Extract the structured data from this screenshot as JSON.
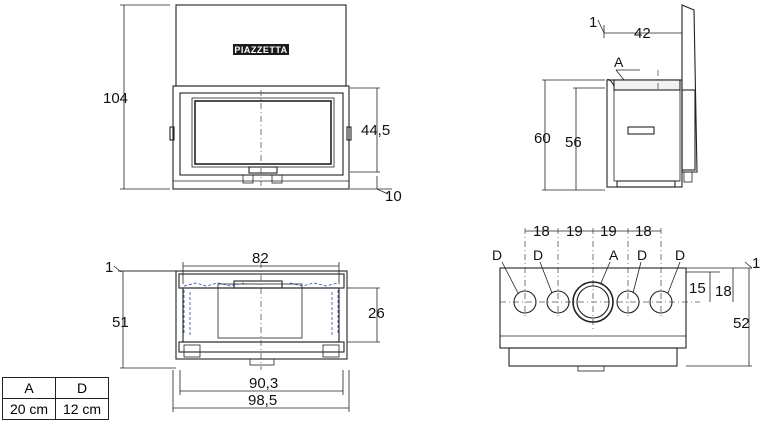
{
  "front_view": {
    "brand": "PIAZZETTA",
    "dim_height_total": "104",
    "dim_door_height": "44,5",
    "dim_bottom": "10"
  },
  "side_view": {
    "dim_top_small": "1",
    "dim_depth_top": "42",
    "dim_height_outer": "60",
    "dim_height_inner": "56",
    "label_a": "A"
  },
  "plan_view": {
    "dim_small": "1",
    "dim_opening": "82",
    "dim_depth": "51",
    "dim_inner_depth": "26",
    "dim_width_inner": "90,3",
    "dim_width_outer": "98,5"
  },
  "top_view": {
    "spacings": [
      "18",
      "19",
      "19",
      "18"
    ],
    "outlet_labels": [
      "D",
      "D",
      "A",
      "D",
      "D"
    ],
    "dim_small": "1",
    "dim_15": "15",
    "dim_18": "18",
    "dim_52": "52"
  },
  "legend": {
    "headers": [
      "A",
      "D"
    ],
    "values": [
      "20 cm",
      "12 cm"
    ]
  }
}
